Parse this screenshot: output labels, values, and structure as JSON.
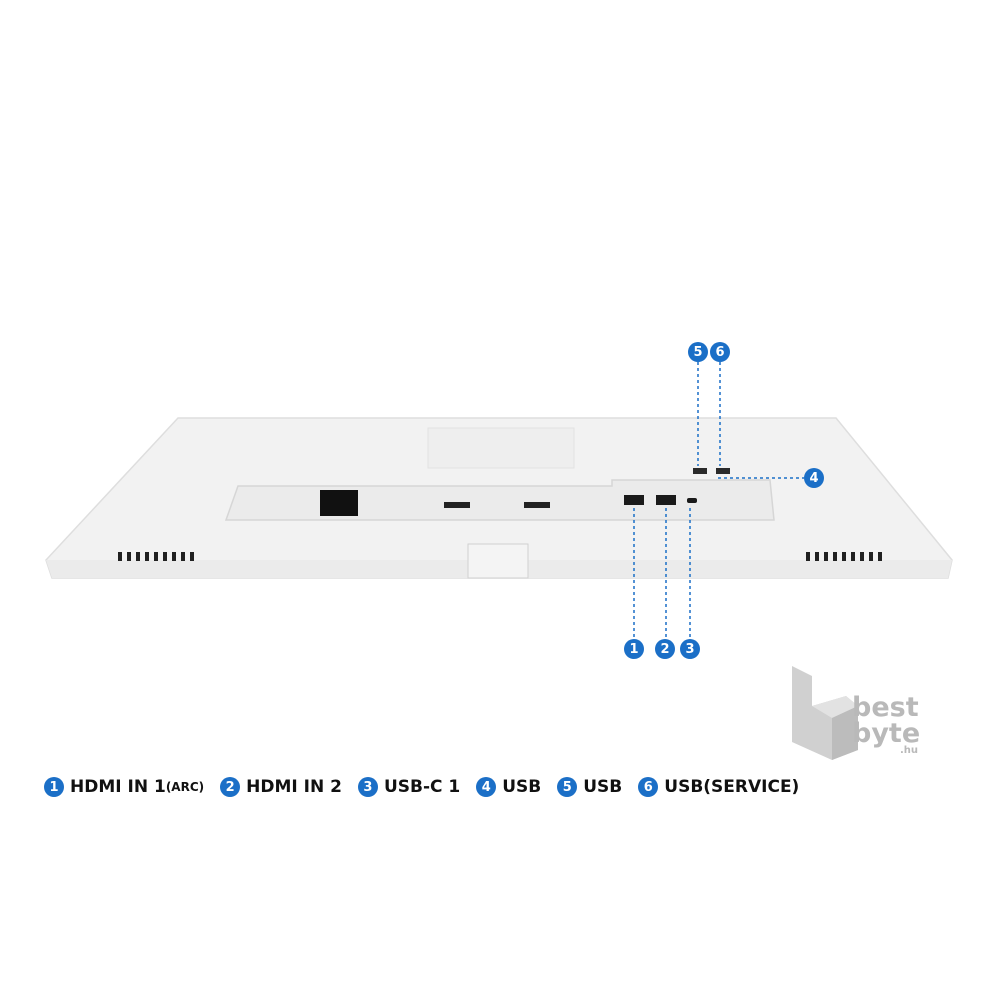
{
  "callouts": [
    "1",
    "2",
    "3",
    "4",
    "5",
    "6"
  ],
  "legend": [
    {
      "num": "1",
      "label": "HDMI IN 1",
      "sub": "(ARC)"
    },
    {
      "num": "2",
      "label": "HDMI IN 2",
      "sub": ""
    },
    {
      "num": "3",
      "label": "USB-C 1",
      "sub": ""
    },
    {
      "num": "4",
      "label": "USB",
      "sub": ""
    },
    {
      "num": "5",
      "label": "USB",
      "sub": ""
    },
    {
      "num": "6",
      "label": "USB(SERVICE)",
      "sub": ""
    }
  ],
  "watermark": {
    "line1": "best",
    "line2": "byte",
    "suffix": ".hu"
  },
  "colors": {
    "badge": "#1b6fc7",
    "monitor": "#f1f1f1",
    "text": "#111111"
  }
}
